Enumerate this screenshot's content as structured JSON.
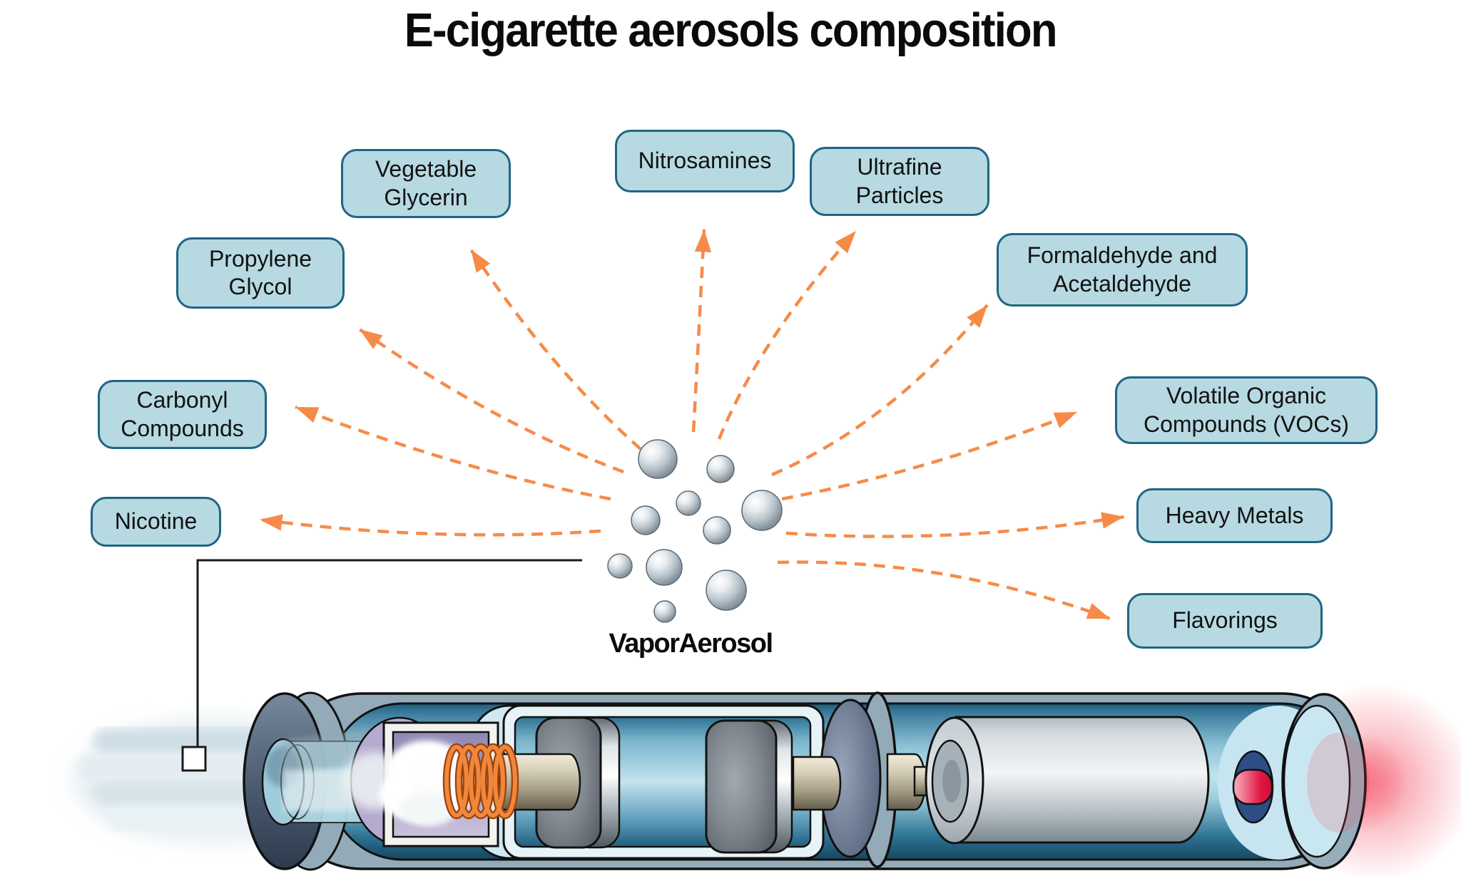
{
  "title": "E-cigarette aerosols composition",
  "center": {
    "label": "VaporAerosol"
  },
  "labels": [
    {
      "id": "vegetable-glycerin",
      "text": "Vegetable\nGlycerin"
    },
    {
      "id": "nitrosamines",
      "text": "Nitrosamines"
    },
    {
      "id": "ultrafine-particles",
      "text": "Ultrafine\nParticles"
    },
    {
      "id": "propylene-glycol",
      "text": "Propylene\nGlycol"
    },
    {
      "id": "formaldehyde-acetaldehyde",
      "text": "Formaldehyde and\nAcetaldehyde"
    },
    {
      "id": "carbonyl-compounds",
      "text": "Carbonyl\nCompounds"
    },
    {
      "id": "volatile-organic-compounds",
      "text": "Volatile Organic\nCompounds (VOCs)"
    },
    {
      "id": "nicotine",
      "text": "Nicotine"
    },
    {
      "id": "heavy-metals",
      "text": "Heavy Metals"
    },
    {
      "id": "flavorings",
      "text": "Flavorings"
    }
  ],
  "colors": {
    "label_fill": "#b7d9e2",
    "label_border": "#1f6584",
    "arrow_orange": "#f68b49",
    "title_text": "#0b0b0b",
    "background": "#ffffff",
    "device_shell": "#93aab8",
    "device_body_blue": "#8fc4d8",
    "coil_orange": "#f0873c",
    "led_red": "#e5173f",
    "chamber_purple": "#b5abd0"
  },
  "illustration": {
    "name": "e-cigarette cross-section",
    "parts": [
      "vapor-trail",
      "mouthpiece",
      "atomizer-chamber",
      "heating-coil",
      "cartridge",
      "battery",
      "led-tip"
    ]
  }
}
